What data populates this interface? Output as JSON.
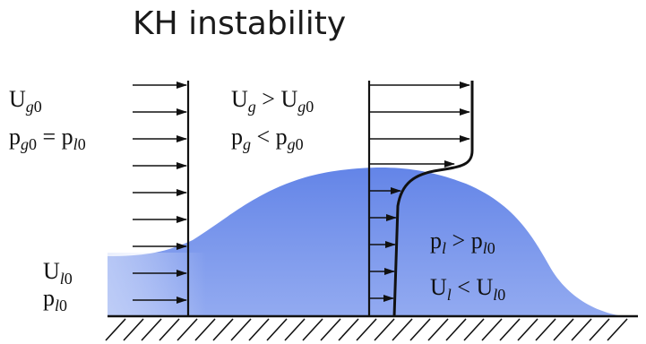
{
  "title": "KH instability",
  "labels": {
    "ug0": {
      "base": "U",
      "sub_italic": "g",
      "sub_rest": "0"
    },
    "pg0_eq_pl0": {
      "base": "p",
      "sub_italic": "g",
      "sub_rest": "0",
      "op": " = ",
      "base2": "p",
      "sub2_italic": "l",
      "sub2_rest": "0"
    },
    "ul0": {
      "base": "U",
      "sub_italic": "l",
      "sub_rest": "0"
    },
    "pl0": {
      "base": "p",
      "sub_italic": "l",
      "sub_rest": "0"
    },
    "ug_gt_ug0": {
      "base": "U",
      "sub_italic": "g",
      "sub_rest": "",
      "op": " > ",
      "base2": "U",
      "sub2_italic": "g",
      "sub2_rest": "0"
    },
    "pg_lt_pg0": {
      "base": "p",
      "sub_italic": "g",
      "sub_rest": "",
      "op": " < ",
      "base2": "p",
      "sub2_italic": "g",
      "sub2_rest": "0"
    },
    "pl_gt_pl0": {
      "base": "p",
      "sub_italic": "l",
      "sub_rest": "",
      "op": " > ",
      "base2": "p",
      "sub2_italic": "l",
      "sub2_rest": "0"
    },
    "ul_lt_ul0": {
      "base": "U",
      "sub_italic": "l",
      "sub_rest": "",
      "op": " < ",
      "base2": "U",
      "sub2_italic": "l",
      "sub2_rest": "0"
    }
  },
  "colors": {
    "liquid": "#5b7ee6",
    "liquid_light": "#dbe4fb",
    "line": "#111111"
  }
}
